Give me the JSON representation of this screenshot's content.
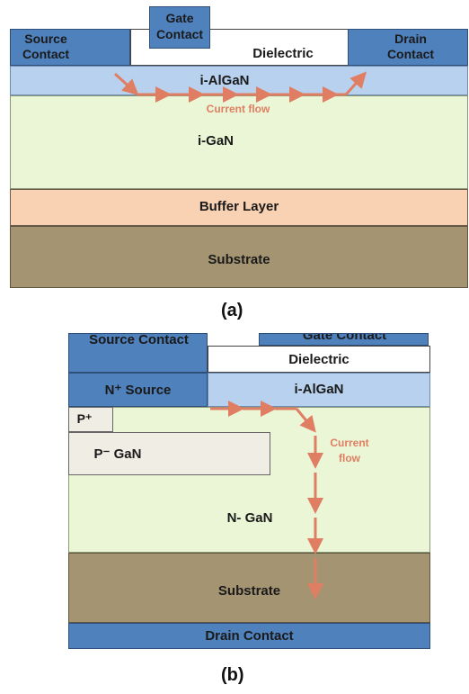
{
  "diagram_a": {
    "gate_contact": "Gate Contact",
    "source_contact": "Source Contact",
    "drain_contact": "Drain Contact",
    "dielectric": "Dielectric",
    "algan": "i-AlGaN",
    "current_flow": "Current flow",
    "gan": "i-GaN",
    "buffer": "Buffer Layer",
    "substrate": "Substrate",
    "caption": "(a)"
  },
  "diagram_b": {
    "source_contact": "Source Contact",
    "gate_contact": "Gate Contact",
    "dielectric": "Dielectric",
    "n_source": "N⁺ Source",
    "algan": "i-AlGaN",
    "p_plus": "P⁺",
    "p_minus_gan": "P⁻ GaN",
    "current_flow": "Current flow",
    "n_gan": "N- GaN",
    "substrate": "Substrate",
    "drain_contact": "Drain Contact",
    "caption": "(b)"
  },
  "colors": {
    "contact": "#4f81bd",
    "algan": "#b8d1ee",
    "gan": "#eaf6d6",
    "buffer": "#f9d2b4",
    "substrate": "#a49472",
    "p_gan": "#f0eee4",
    "arrow": "#e07e63"
  }
}
